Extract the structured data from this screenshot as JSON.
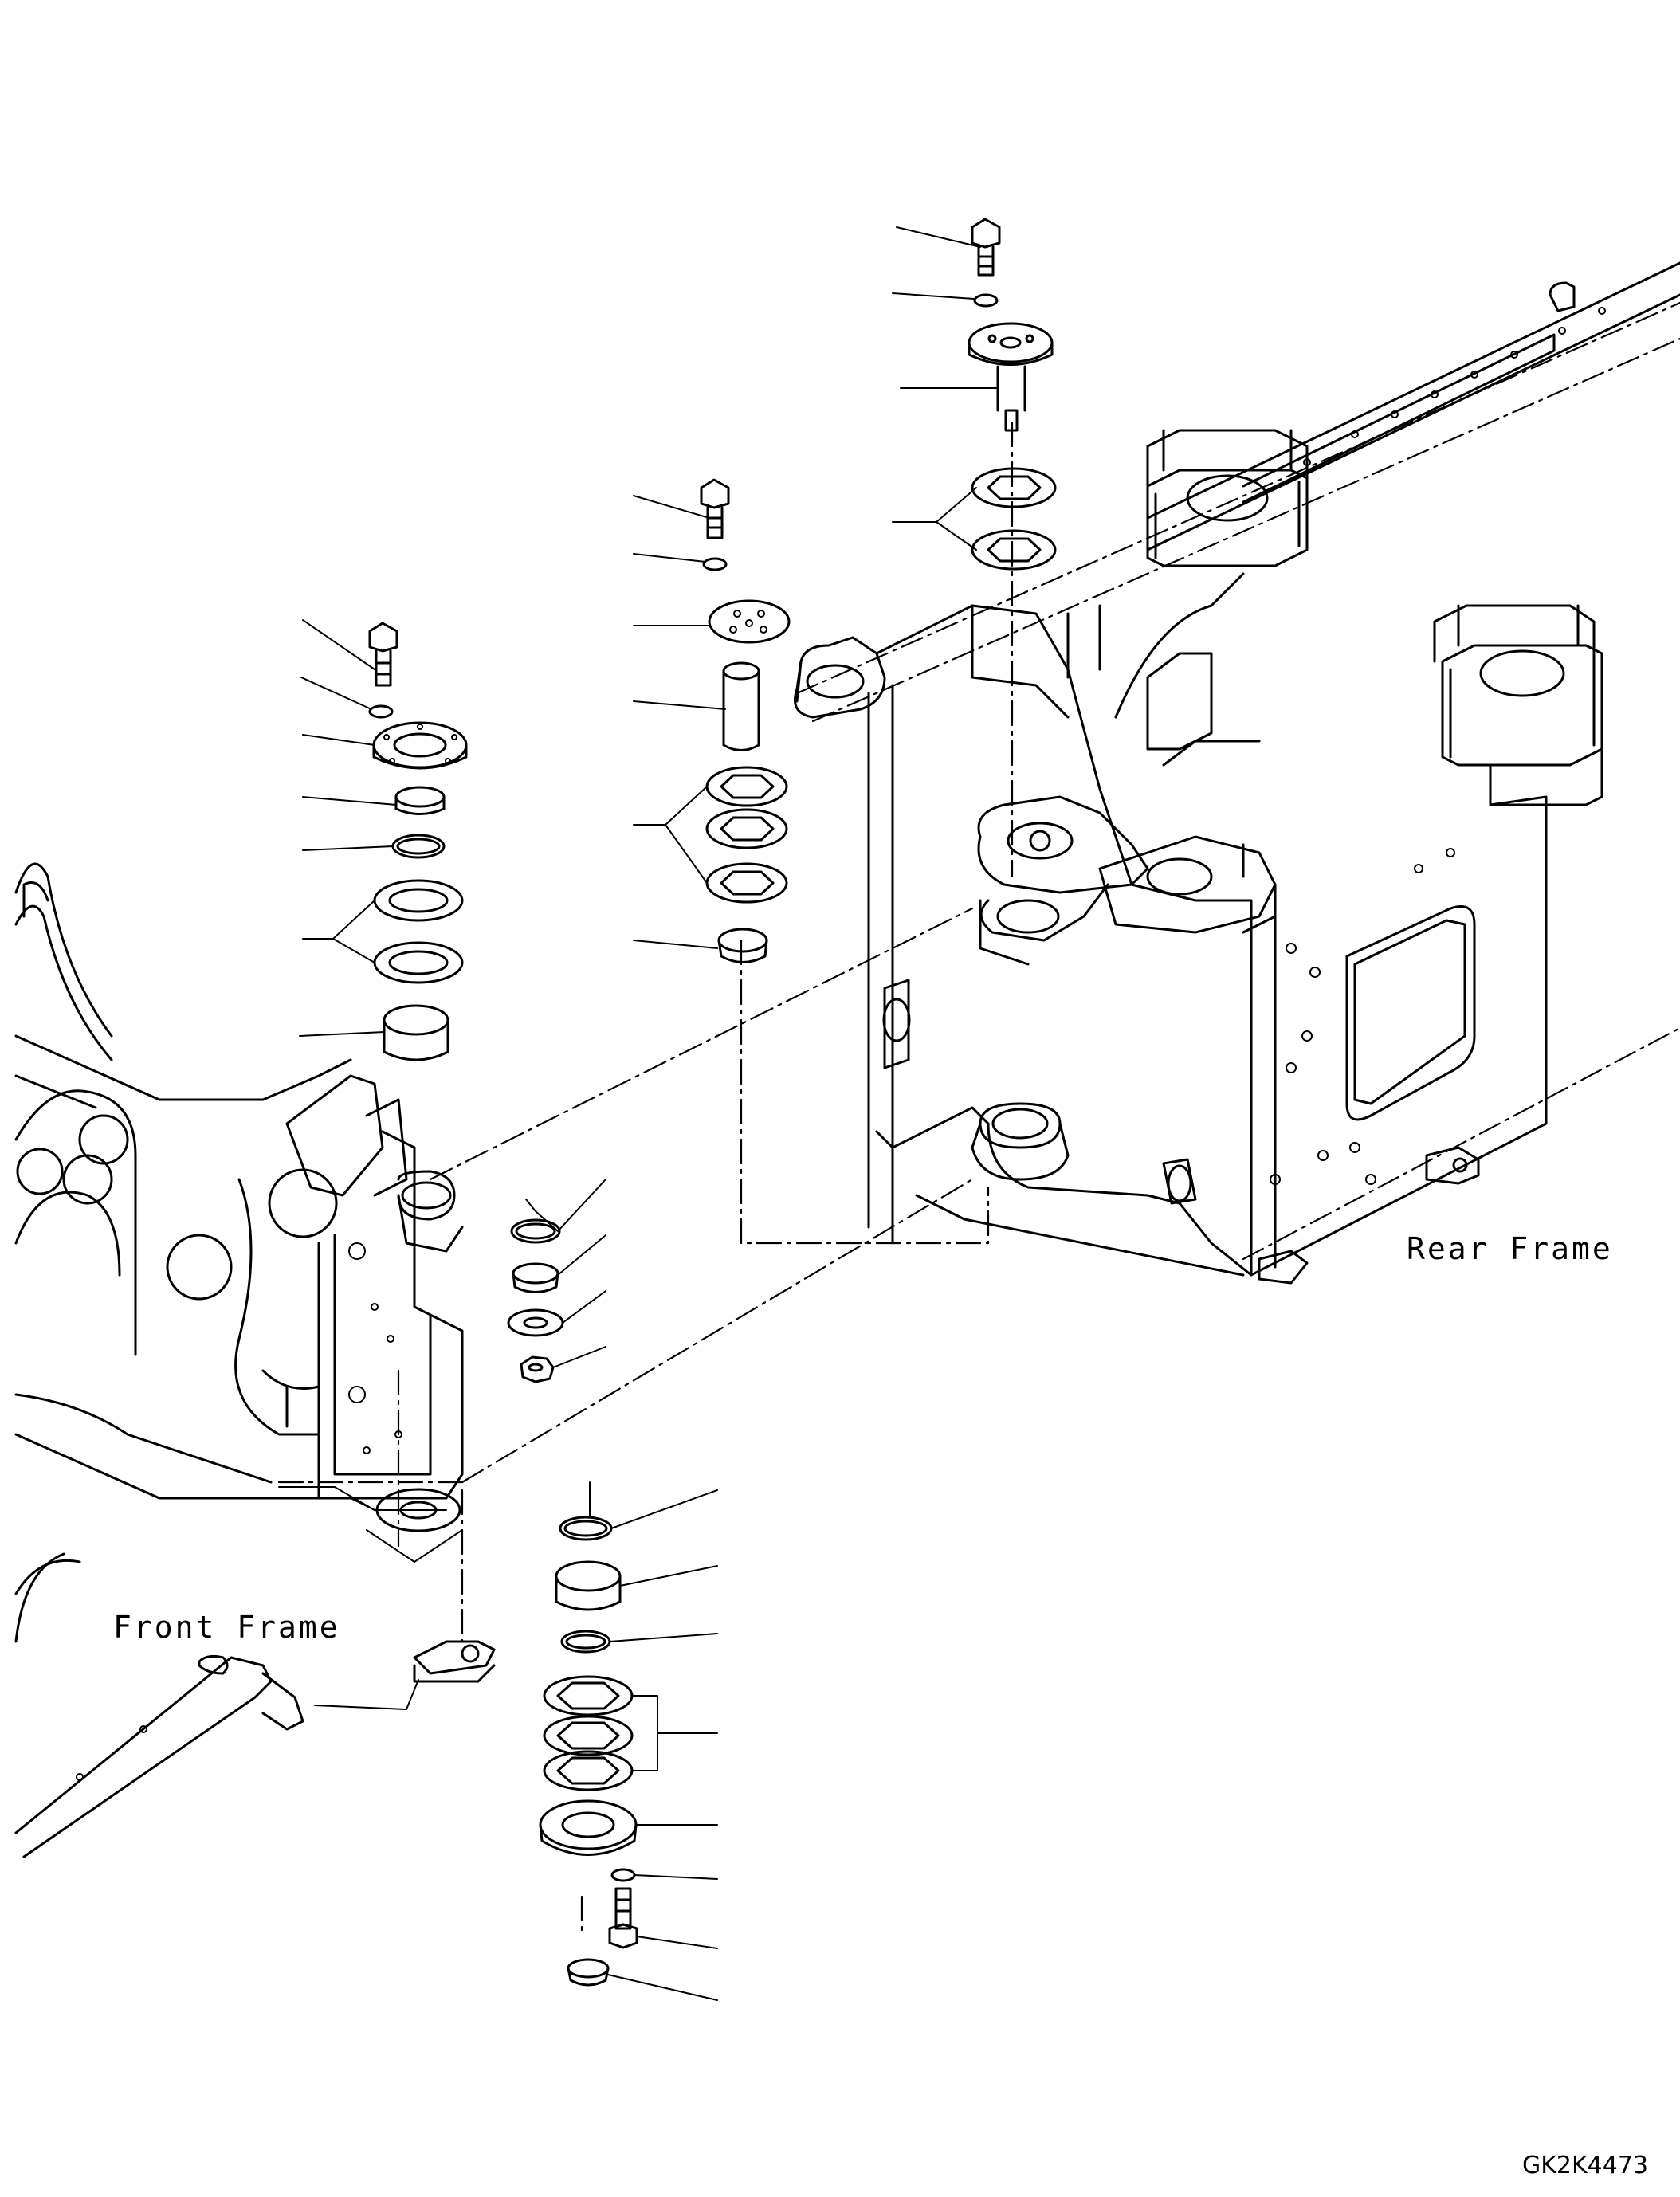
{
  "diagram": {
    "labels": {
      "rear_frame": "Rear Frame",
      "front_frame": "Front Frame"
    },
    "drawing_code": "GK2K4473"
  },
  "style": {
    "line_color": "#000000",
    "background": "#ffffff"
  }
}
